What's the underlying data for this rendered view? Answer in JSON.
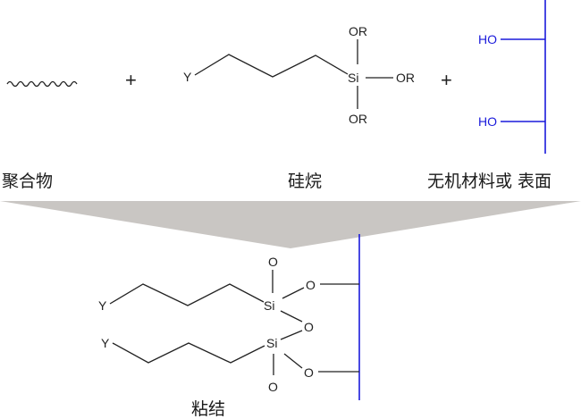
{
  "colors": {
    "surface": "#1a1adb",
    "bond": "#222222",
    "funnel": "#c9c6c3"
  },
  "atoms": {
    "y_group": "Y",
    "silicon": "Si",
    "alkoxy": "OR",
    "hydroxyl": "HO",
    "oxygen": "O"
  },
  "operators": {
    "plus": "+"
  },
  "captions": {
    "polymer": "聚合物",
    "silane": "硅烷",
    "inorganic_surface": "无机材料或 表面",
    "bonding": "粘结"
  }
}
